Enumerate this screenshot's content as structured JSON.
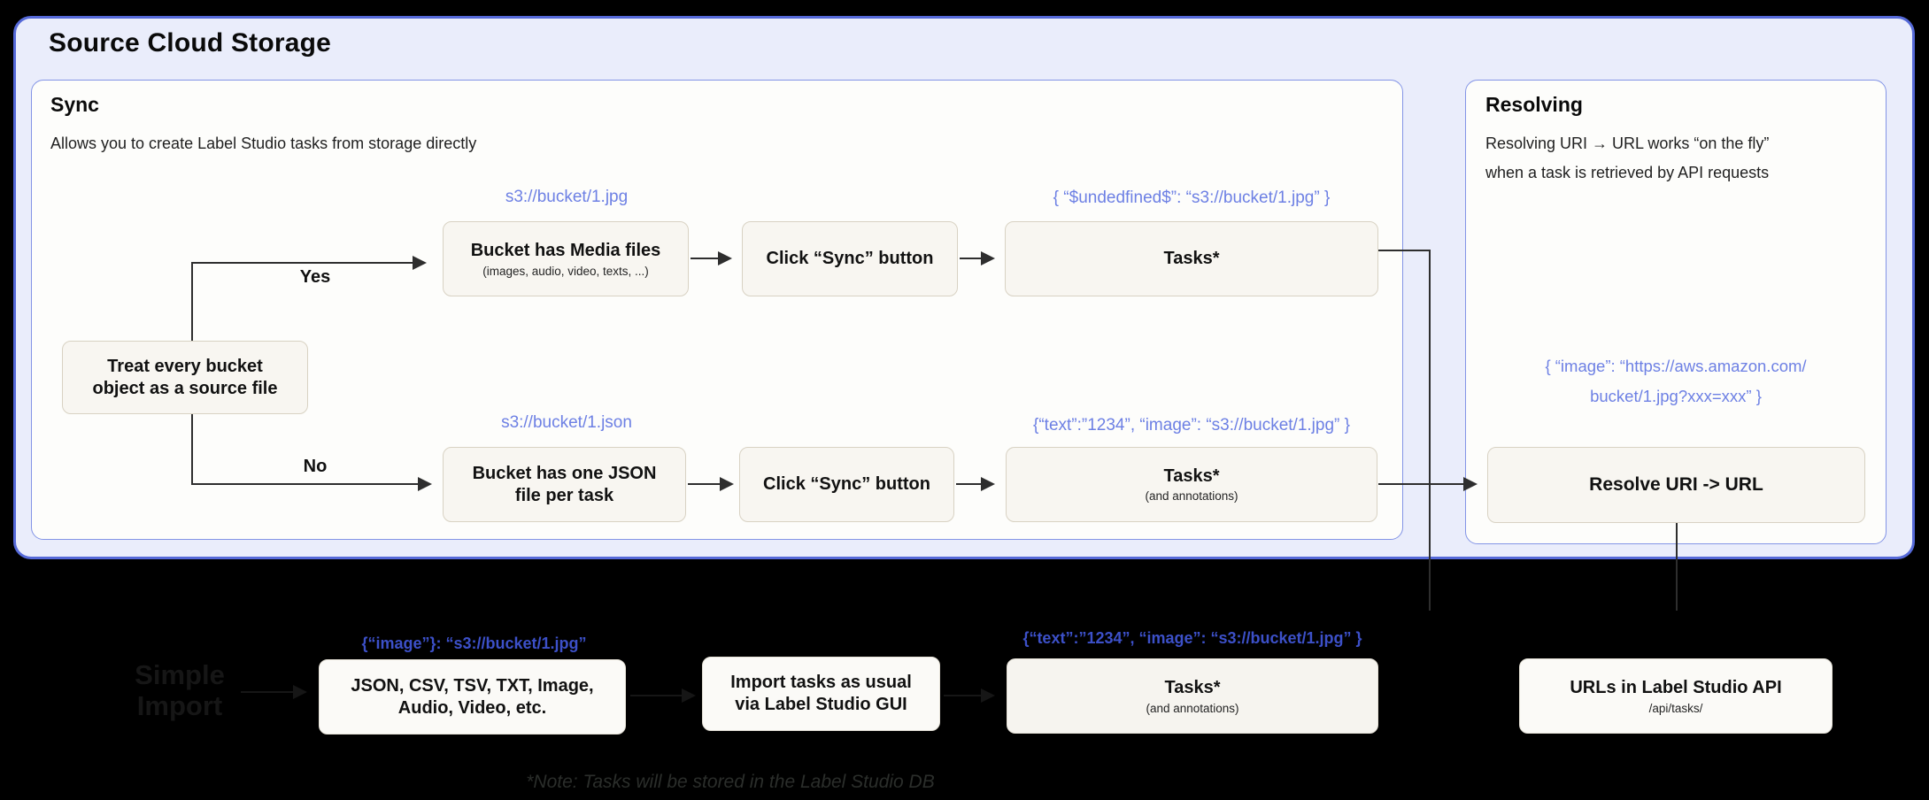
{
  "title": "Source Cloud Storage",
  "colors": {
    "outer_fill": "#eaedfb",
    "outer_border": "#5569d8",
    "panel_border": "#8394e6",
    "node_border": "#d8d2c3",
    "label_blue": "#6d80e4",
    "label_blue_dim": "#3c50c8",
    "arrow": "#2e2e2e"
  },
  "sync_panel": {
    "heading": "Sync",
    "subtitle": "Allows you to create Label Studio tasks from storage directly",
    "decision_line1": "Treat every bucket",
    "decision_line2": "object as a source file",
    "yes_label": "Yes",
    "no_label": "No",
    "yes_branch": {
      "uri_label": "s3://bucket/1.jpg",
      "node_media_title": "Bucket has Media files",
      "node_media_sub": "(images, audio, video, texts, ...)",
      "node_click": "Click “Sync” button",
      "json_label": "{ “$undedfined$”: “s3://bucket/1.jpg” }",
      "node_tasks": "Tasks*"
    },
    "no_branch": {
      "uri_label": "s3://bucket/1.json",
      "node_json_line1": "Bucket has one JSON",
      "node_json_line2": "file per task",
      "node_click": "Click “Sync” button",
      "json_label": "{“text”:”1234”,  “image”: “s3://bucket/1.jpg” }",
      "node_tasks": "Tasks*",
      "node_tasks_sub": "(and annotations)"
    }
  },
  "resolving_panel": {
    "heading": "Resolving",
    "desc_line1": "Resolving URI → URL works “on the fly”",
    "desc_line2": "when a task is retrieved by API requests",
    "json_line1": "{ “image”: “https://aws.amazon.com/",
    "json_line2": "bucket/1.jpg?xxx=xxx” }",
    "node_resolve": "Resolve URI -> URL"
  },
  "bottom_row": {
    "dim_line1": "Simple",
    "dim_line2": "Import",
    "json_label_formats": "{“image”}: “s3://bucket/1.jpg”",
    "box_formats_line1": "JSON, CSV, TSV, TXT, Image,",
    "box_formats_line2": "Audio, Video, etc.",
    "box_import_line1": "Import tasks as usual",
    "box_import_line2": "via Label Studio GUI",
    "json_label_tasks": "{“text”:”1234”,  “image”: “s3://bucket/1.jpg” }",
    "box_tasks": "Tasks*",
    "box_tasks_sub": "(and annotations)",
    "box_api": "URLs in Label Studio API",
    "box_api_sub": "/api/tasks/",
    "note": "*Note: Tasks will be stored in the Label Studio DB"
  }
}
